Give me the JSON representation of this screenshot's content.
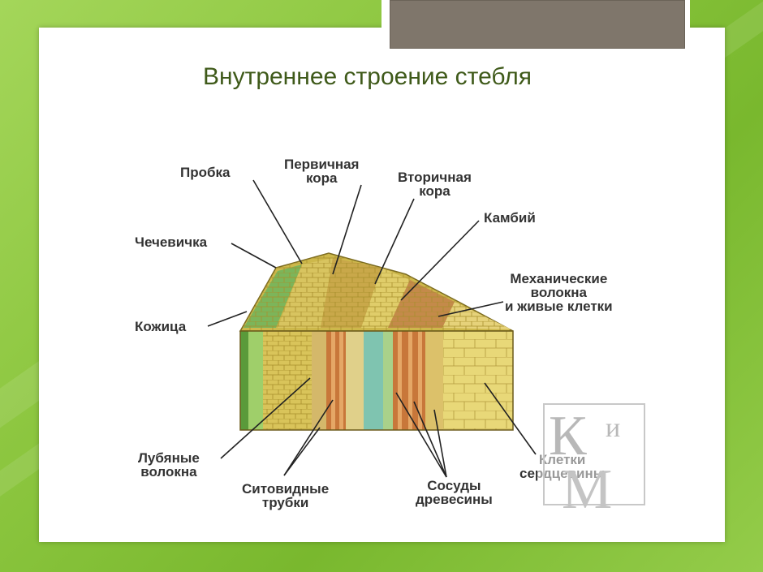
{
  "title": "Внутреннее строение стебля",
  "labels": {
    "probka": "Пробка",
    "pervichnaya_kora": "Первичная\nкора",
    "vtorichnaya_kora": "Вторичная\nкора",
    "kambiy": "Камбий",
    "chechevichka": "Чечевичка",
    "mekhanicheskie": "Механические\nволокна\nи живые клетки",
    "kozhitsa": "Кожица",
    "lubyanye": "Лубяные\nволокна",
    "sitovidnye": "Ситовидные\nтрубки",
    "sosudy": "Сосуды\nдревесины",
    "kletki": "Клетки\nсердцевины"
  },
  "watermark_text": "КиМ",
  "colors": {
    "background_green": "#8cc63f",
    "title_bar": "#7f766b",
    "title_text": "#3f5a1a",
    "pith": "#e8d878",
    "cortex": "#d9c45a",
    "cambium": "#7fc4b0",
    "vessels": "#c8773a",
    "epidermis": "#6aa84f"
  }
}
